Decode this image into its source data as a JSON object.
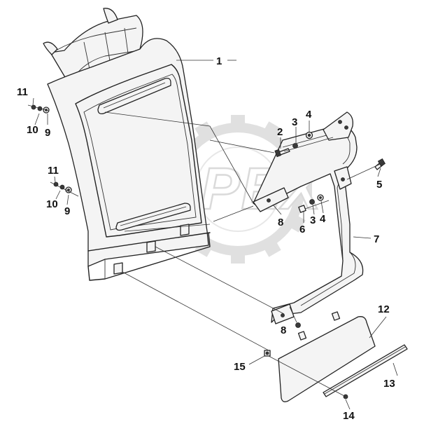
{
  "diagram": {
    "watermark": "OPEX",
    "callouts": [
      {
        "id": "c1",
        "text": "1"
      },
      {
        "id": "c2",
        "text": "2"
      },
      {
        "id": "c3a",
        "text": "3"
      },
      {
        "id": "c4a",
        "text": "4"
      },
      {
        "id": "c5",
        "text": "5"
      },
      {
        "id": "c6",
        "text": "6"
      },
      {
        "id": "c3b",
        "text": "3"
      },
      {
        "id": "c4b",
        "text": "4"
      },
      {
        "id": "c7",
        "text": "7"
      },
      {
        "id": "c8a",
        "text": "8"
      },
      {
        "id": "c8b",
        "text": "8"
      },
      {
        "id": "c9a",
        "text": "9"
      },
      {
        "id": "c9b",
        "text": "9"
      },
      {
        "id": "c10a",
        "text": "10"
      },
      {
        "id": "c10b",
        "text": "10"
      },
      {
        "id": "c11a",
        "text": "11"
      },
      {
        "id": "c11b",
        "text": "11"
      },
      {
        "id": "c12",
        "text": "12"
      },
      {
        "id": "c13",
        "text": "13"
      },
      {
        "id": "c14",
        "text": "14"
      },
      {
        "id": "c15",
        "text": "15"
      }
    ]
  },
  "colors": {
    "line": "#222222",
    "watermark": "#d0d0d0",
    "background": "#ffffff"
  }
}
